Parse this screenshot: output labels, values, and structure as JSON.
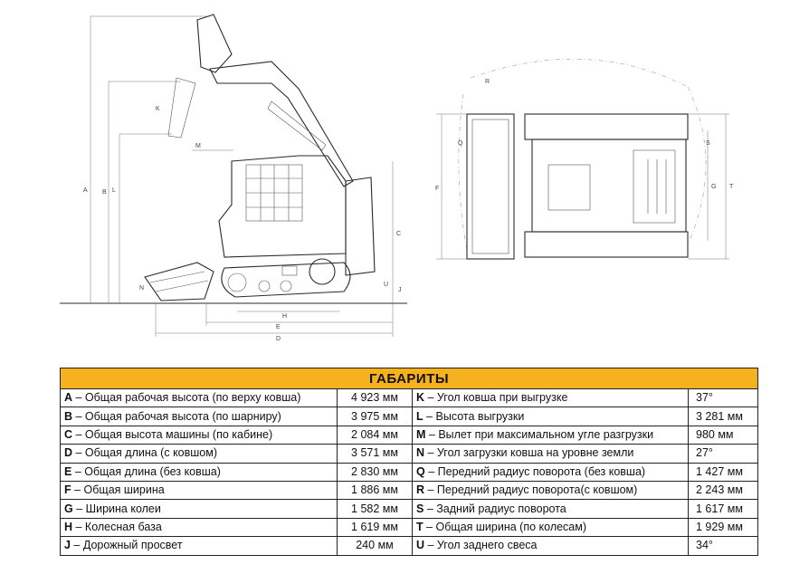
{
  "table": {
    "title": "ГАБАРИТЫ",
    "rows": [
      {
        "l_code": "A",
        "l_label": " – Общая рабочая высота (по верху ковша)",
        "l_value": "4 923 мм",
        "r_code": "K",
        "r_label": " – Угол ковша при выгрузке",
        "r_value": "37°"
      },
      {
        "l_code": "B",
        "l_label": " – Общая рабочая высота (по шарниру)",
        "l_value": "3 975 мм",
        "r_code": "L",
        "r_label": " – Высота выгрузки",
        "r_value": "3 281 мм"
      },
      {
        "l_code": "C",
        "l_label": " – Общая высота машины (по кабине)",
        "l_value": "2 084 мм",
        "r_code": "M",
        "r_label": " – Вылет при максимальном угле разгрузки",
        "r_value": "980 мм"
      },
      {
        "l_code": "D",
        "l_label": " – Общая длина (с ковшом)",
        "l_value": "3 571 мм",
        "r_code": "N",
        "r_label": " – Угол загрузки ковша на уровне земли",
        "r_value": "27°"
      },
      {
        "l_code": "E",
        "l_label": " – Общая длина (без ковша)",
        "l_value": "2 830 мм",
        "r_code": "Q",
        "r_label": " – Передний радиус поворота (без ковша)",
        "r_value": "1 427 мм"
      },
      {
        "l_code": "F",
        "l_label": " – Общая ширина",
        "l_value": "1 886 мм",
        "r_code": "R",
        "r_label": " – Передний радиус поворота(с ковшом)",
        "r_value": "2 243 мм"
      },
      {
        "l_code": "G",
        "l_label": " – Ширина колеи",
        "l_value": "1 582 мм",
        "r_code": "S",
        "r_label": " – Задний радиус поворота",
        "r_value": "1 617 мм"
      },
      {
        "l_code": "H",
        "l_label": " – Колесная база",
        "l_value": "1 619 мм",
        "r_code": "T",
        "r_label": " – Общая ширина (по колесам)",
        "r_value": "1 929 мм"
      },
      {
        "l_code": "J",
        "l_label": " – Дорожный просвет",
        "l_value": "240 мм",
        "r_code": "U",
        "r_label": " – Угол заднего свеса",
        "r_value": "34°"
      }
    ]
  },
  "diagram_labels": {
    "side": [
      "A",
      "B",
      "C",
      "D",
      "E",
      "H",
      "J",
      "K",
      "L",
      "M",
      "N",
      "U"
    ],
    "top": [
      "F",
      "G",
      "Q",
      "R",
      "S",
      "T"
    ]
  }
}
